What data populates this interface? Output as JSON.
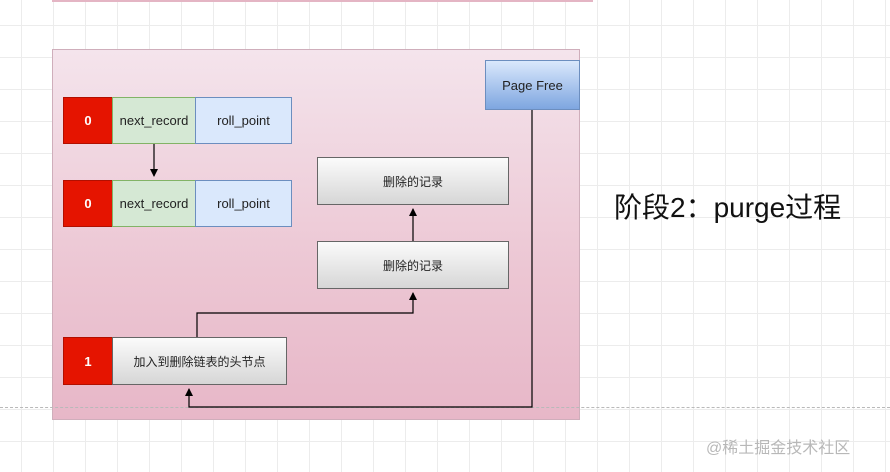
{
  "diagram": {
    "title": "阶段2：purge过程",
    "watermark": "@稀土掘金技术社区",
    "page_free": "Page Free",
    "record1": {
      "flag": "0",
      "next": "next_record",
      "roll": "roll_point"
    },
    "record2": {
      "flag": "0",
      "next": "next_record",
      "roll": "roll_point"
    },
    "deleted": [
      "删除的记录",
      "删除的记录"
    ],
    "head_node": {
      "flag": "1",
      "label": "加入到删除链表的头节点"
    }
  }
}
